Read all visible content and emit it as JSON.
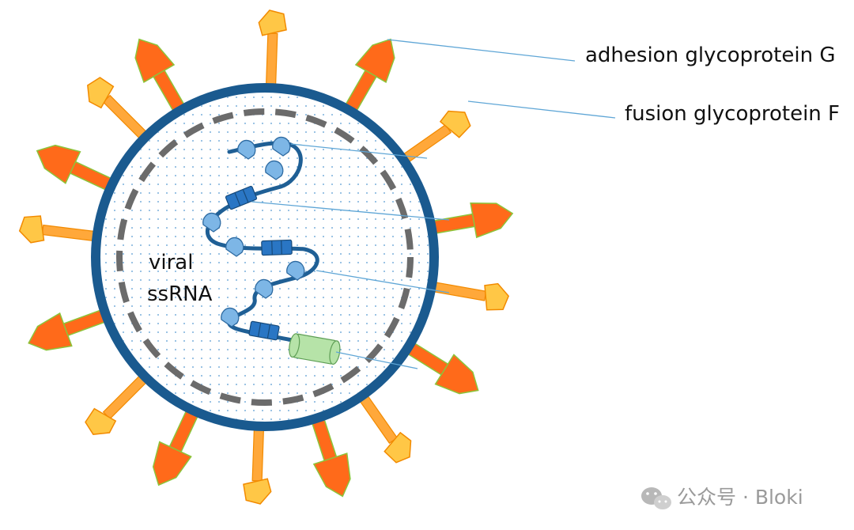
{
  "labels": {
    "adhesion": "adhesion glycoprotein G",
    "fusion": "fusion glycoprotein F",
    "rna_line1": "viral",
    "rna_line2": "ssRNA"
  },
  "watermark": {
    "icon": "wechat-icon",
    "text": "公众号 · Bloki"
  },
  "colors": {
    "envelope": "#1a5a8f",
    "matrix_dash": "#6b6b6b",
    "interior_dots": "#7fb2dc",
    "adhesion_protein": "#ff6a1a",
    "adhesion_outline": "#8cc43a",
    "fusion_protein": "#ffc746",
    "fusion_stalk": "#ffa83a",
    "fusion_outline": "#f28a00",
    "rna_strand": "#1f5f95",
    "nucleoprotein": "#7db6e6",
    "polymerase_block": "#2a76c4",
    "l_protein": "#b6e3a8",
    "leader_lines": "#5fa6d6"
  }
}
